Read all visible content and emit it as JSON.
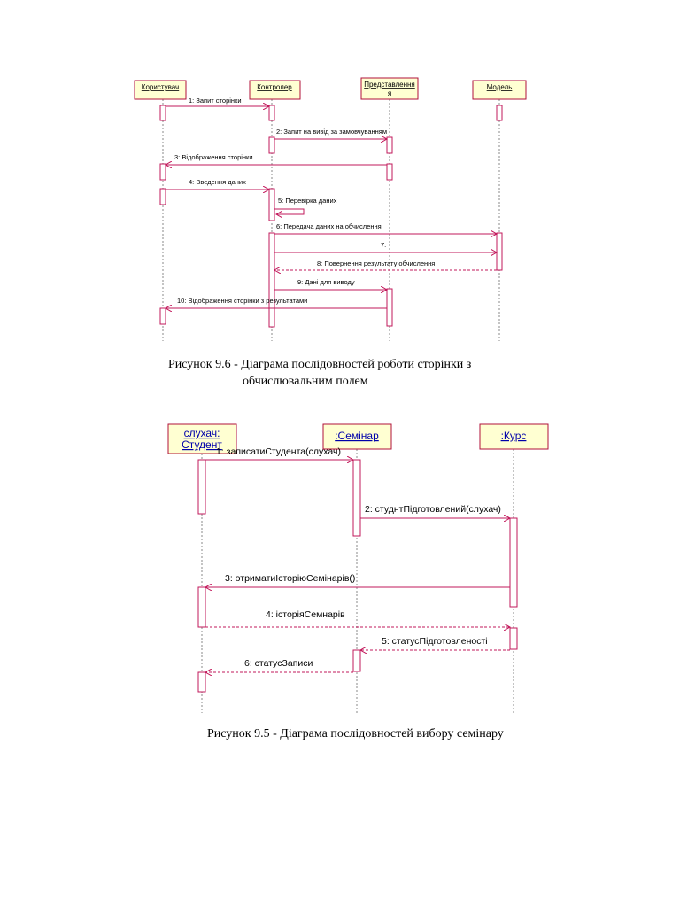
{
  "diagram1": {
    "objects": [
      "Користувач",
      "Контролер",
      "Представлення",
      "Модель"
    ],
    "object3_line2": "я",
    "messages": [
      "1: Запит сторінки",
      "2: Запит на вивід за замовчуванням",
      "3: Відображення сторінки",
      "4: Введення даних",
      "5: Перевірка даних",
      "6: Передача даних на обчислення",
      "7:",
      "8: Повернення результату обчислення",
      "9: Дані для виводу",
      "10: Відображення сторінки з результатами"
    ],
    "caption_line1": "Рисунок 9.6 -  Діаграма послідовностей роботи сторінки з",
    "caption_line2": "обчислювальним полем"
  },
  "diagram2": {
    "objects": [
      "слухач:",
      ":Семінар",
      ":Курс"
    ],
    "object1_line2": "Студент",
    "messages": [
      "1: записатиСтудента(слухач)",
      "2: студнтПідготовлений(слухач)",
      "3: отриматиІсторіюСемінарів()",
      "4: історіяСемнарів",
      "5: статусПідготовленості",
      "6: статусЗаписи"
    ],
    "caption": "Рисунок 9.5 -  Діаграма послідовностей вибору семінару"
  },
  "colors": {
    "object_fill": "#ffffd2",
    "line": "#c2185b",
    "object_border": "#b0103a"
  }
}
